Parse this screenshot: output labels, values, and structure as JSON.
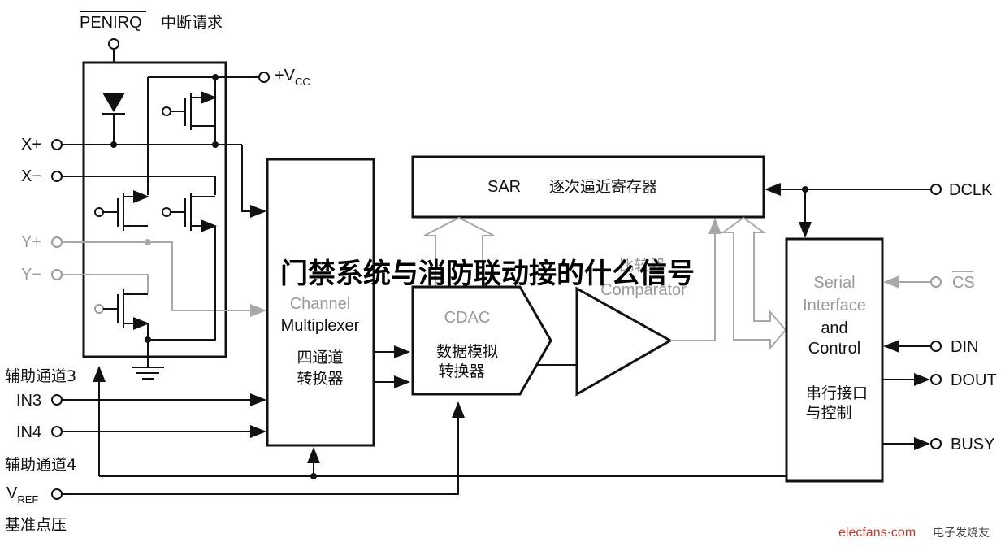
{
  "top_pin": {
    "label": "PENIRQ",
    "desc": "中断请求"
  },
  "supply": {
    "label": "+V",
    "sub": "CC"
  },
  "left_pins": [
    {
      "label": "X+"
    },
    {
      "label": "X−"
    },
    {
      "label": "Y+"
    },
    {
      "label": "Y−"
    },
    {
      "label": "辅助通道3"
    },
    {
      "label": "IN3"
    },
    {
      "label": "IN4"
    },
    {
      "label": "辅助通道4"
    }
  ],
  "vref": {
    "label": "V",
    "sub": "REF",
    "desc": "基准点压"
  },
  "sar": {
    "label": "SAR",
    "desc": "逐次逼近寄存器"
  },
  "mux": {
    "line1": "Channel",
    "line2": "Multiplexer",
    "cn1": "四通道",
    "cn2": "转换器"
  },
  "cdac": {
    "label": "CDAC",
    "cn1": "数据模拟",
    "cn2": "转换器"
  },
  "comparator": {
    "cn": "比较器",
    "label": "Comparator"
  },
  "serial": {
    "l1": "Serial",
    "l2": "Interface",
    "l3": "and",
    "l4": "Control",
    "cn1": "串行接口",
    "cn2": "与控制"
  },
  "right_pins": [
    {
      "label": "DCLK"
    },
    {
      "label": "CS"
    },
    {
      "label": "DIN"
    },
    {
      "label": "DOUT"
    },
    {
      "label": "BUSY"
    }
  ],
  "watermark": "门禁系统与消防联动接的什么信号",
  "credit": {
    "site": "elecfans·com",
    "cn": "电子发烧友"
  }
}
